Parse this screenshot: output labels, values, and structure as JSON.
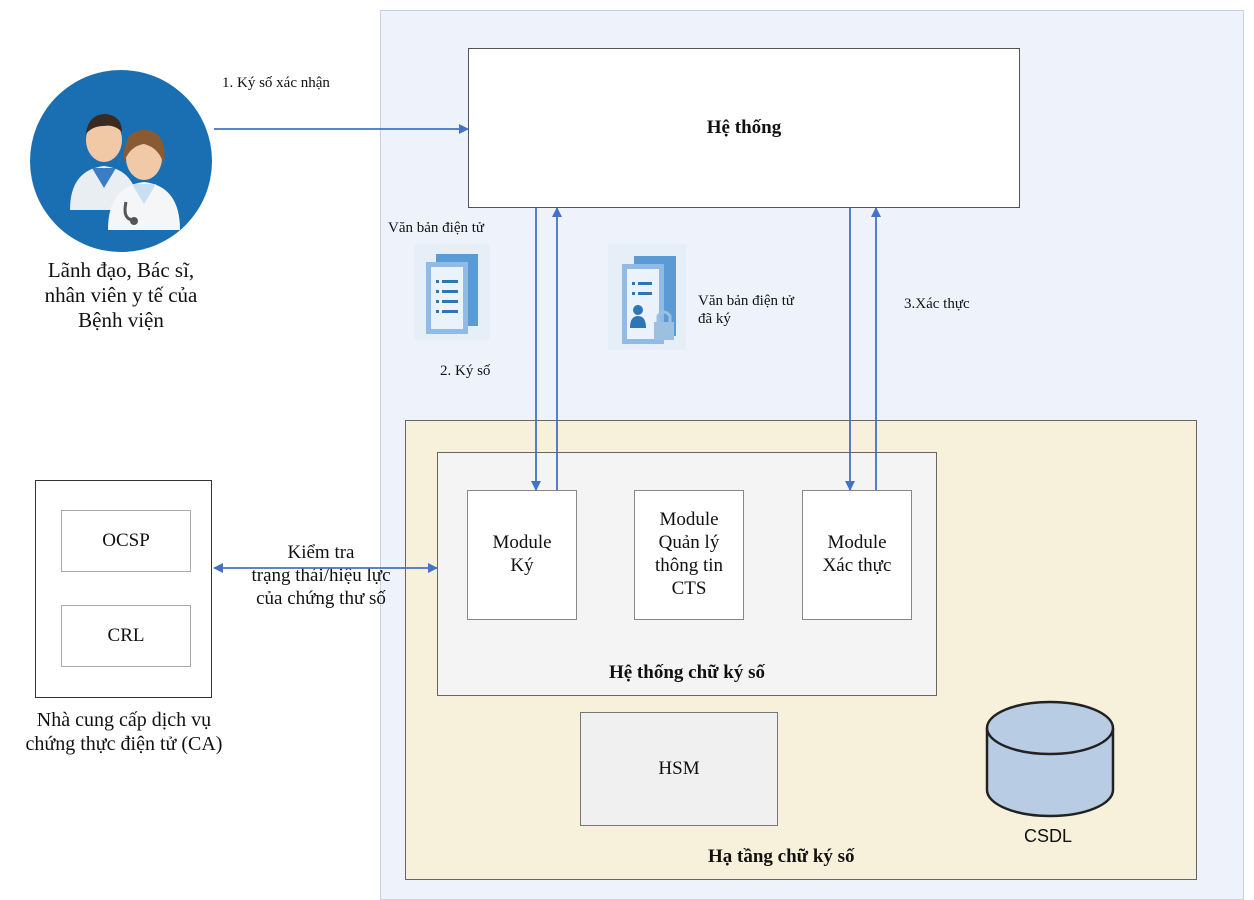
{
  "actor": {
    "label": "Lãnh đạo, Bác sĩ,\nnhân viên y tế của\nBệnh viện",
    "icon": "doctors-icon",
    "circle_color": "#1a6fb3"
  },
  "arrows": {
    "step1": "1. Ký số xác nhận",
    "step2": "2. Ký số",
    "step3": "3.Xác thực",
    "check_status": "Kiểm tra\ntrạng thái/hiệu lực\ncủa chứng thư số"
  },
  "documents": {
    "electronic_doc": "Văn bản điện tử",
    "signed_doc": "Văn bản điện tử\nđã ký"
  },
  "system": {
    "title": "Hệ thống"
  },
  "ca_provider": {
    "ocsp": "OCSP",
    "crl": "CRL",
    "caption": "Nhà cung cấp dịch vụ\nchứng thực điện tử (CA)"
  },
  "infrastructure": {
    "title": "Hạ tầng chữ ký số",
    "fill_color": "#f7f1dc",
    "signature_system": {
      "title": "Hệ thống chữ ký số",
      "modules": [
        {
          "label": "Module\nKý"
        },
        {
          "label": "Module\nQuản lý\nthông tin\nCTS"
        },
        {
          "label": "Module\nXác thực"
        }
      ]
    },
    "hsm": "HSM",
    "database": "CSDL"
  },
  "colors": {
    "arrow": "#4472c4",
    "outer_panel": "#eef3fb",
    "panel_border": "#9aa0a6"
  }
}
